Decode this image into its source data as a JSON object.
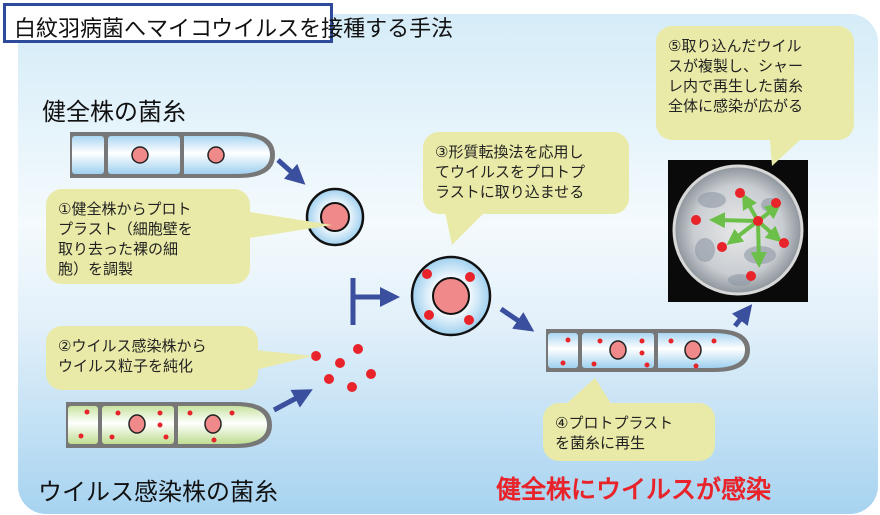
{
  "title": "白紋羽病菌へマイコウイルスを接種する手法",
  "labels": {
    "healthy_mycelium": "健全株の菌糸",
    "infected_mycelium": "ウイルス感染株の菌糸",
    "result": "健全株にウイルスが感染"
  },
  "steps": [
    {
      "number": "①",
      "lines": [
        "①健全株からプロト",
        "プラスト（細胞壁を",
        "取り去った裸の細",
        "胞）を調製"
      ]
    },
    {
      "number": "②",
      "lines": [
        "②ウイルス感染株から",
        "ウイルス粒子を純化"
      ]
    },
    {
      "number": "③",
      "lines": [
        "③形質転換法を応用し",
        "てウイルスをプロトプ",
        "ラストに取り込ませる"
      ]
    },
    {
      "number": "④",
      "lines": [
        "④プロトプラスト",
        "を菌糸に再生"
      ]
    },
    {
      "number": "⑤",
      "lines": [
        "⑤取り込んだウイル",
        "スが複製し、シャー",
        "レ内で再生した菌糸",
        "全体に感染が広がる"
      ]
    }
  ],
  "colors": {
    "title_border": "#2e4a9a",
    "arrow": "#3a4f9e",
    "bubble": "#eaeaa8",
    "virus": "#e8232a",
    "nucleus": "#f08a8a",
    "spread_arrow": "#6cc04a",
    "result_text": "#e8232a"
  },
  "icons": {
    "petri_dish": "petri-dish-photo",
    "virus_particle": "virus-particle-icon",
    "flow_arrow": "arrow-icon"
  }
}
